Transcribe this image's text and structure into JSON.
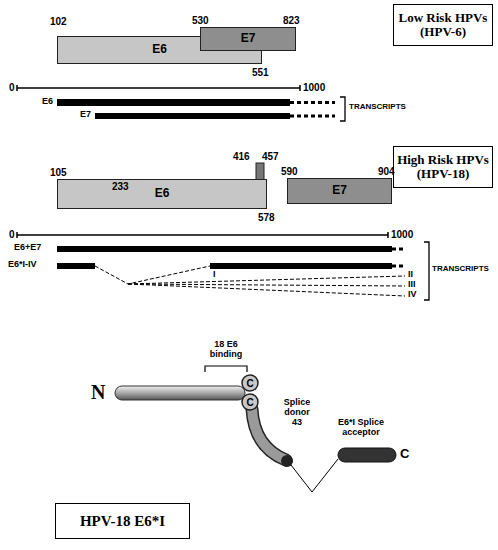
{
  "diagram": {
    "nodes": [
      {
        "text": [
          "Low Risk HPVs (HPV-6)"
        ]
      },
      {
        "text": [
          "E6"
        ]
      },
      {
        "text": [
          "E7"
        ]
      },
      {
        "text": [
          "High Risk HPVs (HPV-18)"
        ]
      },
      {
        "text": [
          "E6"
        ]
      },
      {
        "text": [
          "E7"
        ]
      },
      {
        "text": [
          "C"
        ]
      },
      {
        "text": [
          "C"
        ]
      },
      {
        "text": [
          "HPV-18 E6*I"
        ]
      }
    ],
    "labels": [
      "102",
      "530",
      "823",
      "551",
      "0",
      "1000",
      "E6",
      "E7",
      "TRANSCRIPTS",
      "105",
      "233",
      "416",
      "457",
      "590",
      "904",
      "578",
      "0",
      "1000",
      "E6+E7",
      "E6*I-IV",
      "I",
      "II",
      "III",
      "IV",
      "TRANSCRIPTS",
      "N",
      "18 E6 binding",
      "Splice donor 43",
      "E6*I Splice acceptor",
      "C"
    ]
  }
}
